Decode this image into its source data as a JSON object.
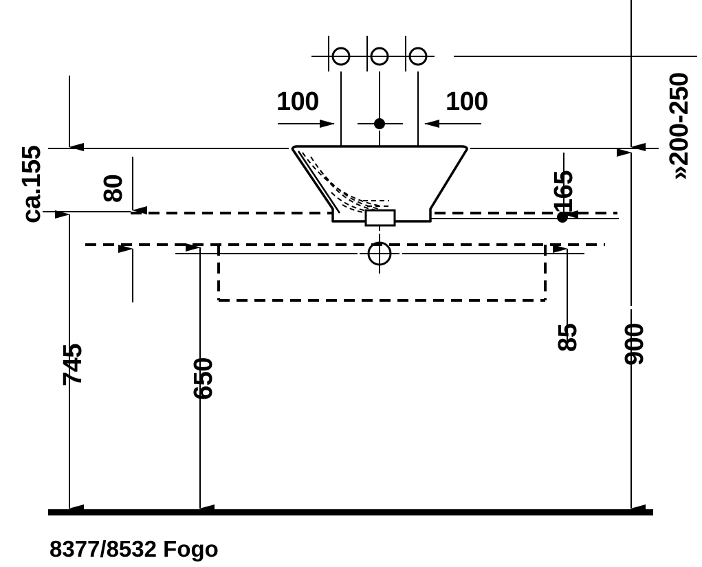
{
  "drawing": {
    "title": "8377/8532 Fogo",
    "caption": "8377/8532 Fogo",
    "line_color": "#000000",
    "background_color": "#ffffff",
    "product_line": "Fogo",
    "model_numbers": "8377/8532"
  },
  "dimensions": {
    "tap_hole_left": "100",
    "tap_hole_right": "100",
    "wall_to_rim": "ca.155",
    "rim_to_counter": "80",
    "counter_height_right": "165",
    "wall_clearance": "»200-250",
    "floor_to_counter": "745",
    "floor_to_cabinet": "650",
    "cabinet_depth_right": "85",
    "floor_to_wall_top": "900"
  },
  "labels": [
    {
      "id": "tap-left-100",
      "text": "100",
      "rotation": 0
    },
    {
      "id": "tap-right-100",
      "text": "100",
      "rotation": 0
    },
    {
      "id": "ca-155",
      "text": "ca.155",
      "rotation": -90
    },
    {
      "id": "dim-80",
      "text": "80",
      "rotation": -90
    },
    {
      "id": "dim-165",
      "text": "165",
      "rotation": -90
    },
    {
      "id": "dim-200-250",
      "text": "»200-250",
      "rotation": -90
    },
    {
      "id": "dim-745",
      "text": "745",
      "rotation": -90
    },
    {
      "id": "dim-650",
      "text": "650",
      "rotation": -90
    },
    {
      "id": "dim-85",
      "text": "85",
      "rotation": -90
    },
    {
      "id": "dim-900",
      "text": "900",
      "rotation": -90
    }
  ],
  "features": {
    "tap_holes_count": 3,
    "drain_marker": "drain-crosshair",
    "basin_shape": "conical-bowl",
    "floor_line": "thick-solid",
    "cabinet_outline": "dashed-rectangle"
  }
}
